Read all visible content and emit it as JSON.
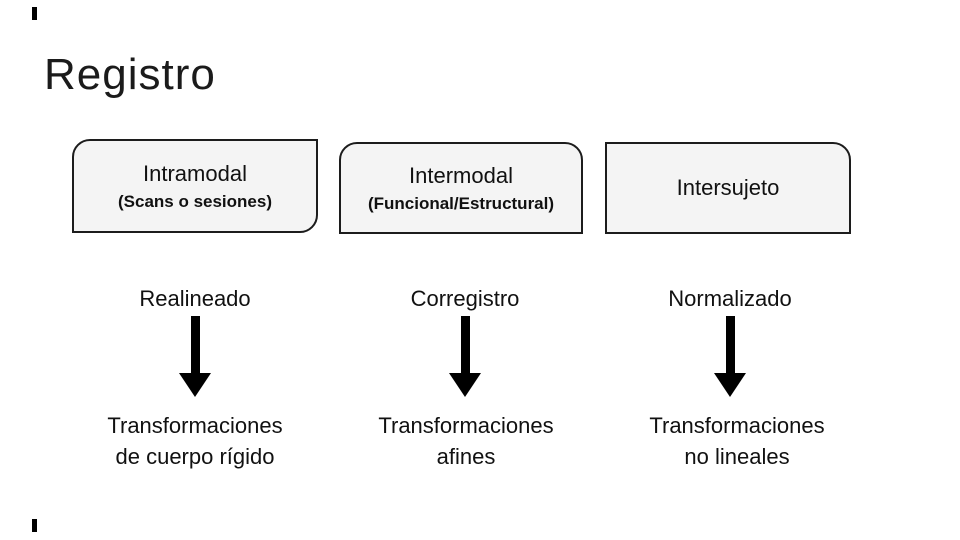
{
  "slide": {
    "title": "Registro",
    "colors": {
      "background": "#ffffff",
      "box_fill": "#f4f4f4",
      "box_border": "#1c1c1c",
      "text": "#111111",
      "arrow": "#000000"
    },
    "columns": [
      {
        "box_title": "Intramodal",
        "box_subtitle": "(Scans o sesiones)",
        "step": "Realineado",
        "result_line1": "Transformaciones",
        "result_line2": "de cuerpo rígido"
      },
      {
        "box_title": "Intermodal",
        "box_subtitle": "(Funcional/Estructural)",
        "step": "Corregistro",
        "result_line1": "Transformaciones",
        "result_line2": "afines"
      },
      {
        "box_title": "Intersujeto",
        "step": "Normalizado",
        "result_line1": "Transformaciones",
        "result_line2": "no lineales"
      }
    ]
  }
}
